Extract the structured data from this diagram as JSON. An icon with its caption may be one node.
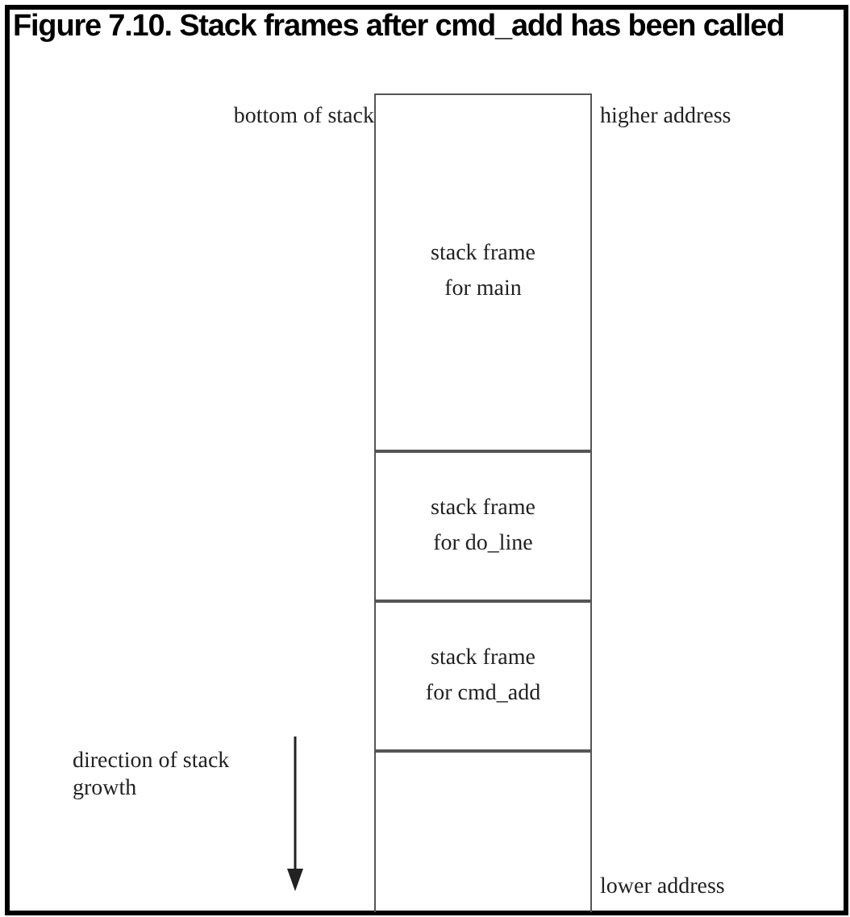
{
  "diagram": {
    "title": "Figure 7.10. Stack frames after cmd_add has been called",
    "nodes": [
      {
        "text": [
          "stack frame for main"
        ]
      },
      {
        "text": [
          "stack frame for do_line"
        ]
      },
      {
        "text": [
          "stack frame for cmd_add"
        ]
      },
      {
        "text": [],
        "shape": "box"
      }
    ],
    "labels": [
      "bottom of stack",
      "higher address",
      "direction of stack growth",
      "lower address"
    ]
  }
}
